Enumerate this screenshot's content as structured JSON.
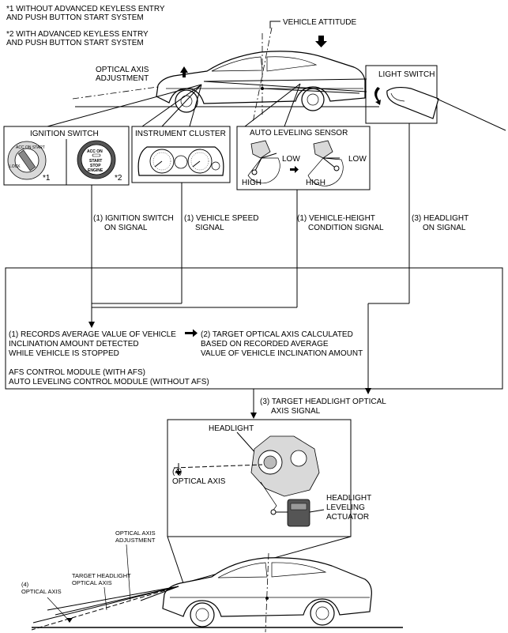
{
  "notes": {
    "note1_line1": "*1 WITHOUT ADVANCED KEYLESS ENTRY",
    "note1_line2": "AND PUSH BUTTON START SYSTEM",
    "note2_line1": "*2 WITH ADVANCED KEYLESS ENTRY",
    "note2_line2": "AND PUSH BUTTON START SYSTEM"
  },
  "top_car": {
    "vehicle_attitude": "VEHICLE ATTITUDE",
    "optical_axis_adj_line1": "OPTICAL AXIS",
    "optical_axis_adj_line2": "ADJUSTMENT"
  },
  "light_switch": {
    "title": "LIGHT SWITCH"
  },
  "ignition_switch": {
    "title": "IGNITION SWITCH",
    "mark1": "*1",
    "mark2": "*2",
    "button_top": "ACC  ON",
    "button_line1": "START",
    "button_line2": "STOP",
    "button_line3": "ENGINE",
    "knob_labels": "ACC  ON  START",
    "knob_lock": "LOCK"
  },
  "instrument_cluster": {
    "title": "INSTRUMENT CLUSTER"
  },
  "auto_leveling_sensor": {
    "title": "AUTO LEVELING SENSOR",
    "low_left": "LOW",
    "high_left": "HIGH",
    "low_right": "LOW",
    "high_right": "HIGH"
  },
  "signals": {
    "ign_line1": "(1) IGNITION SWITCH",
    "ign_line2": "ON SIGNAL",
    "speed_line1": "(1) VEHICLE SPEED",
    "speed_line2": "SIGNAL",
    "height_line1": "(1) VEHICLE-HEIGHT",
    "height_line2": "CONDITION SIGNAL",
    "headlight_line1": "(3) HEADLIGHT",
    "headlight_line2": "ON SIGNAL"
  },
  "control_module": {
    "step1_line1": "(1) RECORDS AVERAGE VALUE OF VEHICLE",
    "step1_line2": "INCLINATION AMOUNT DETECTED",
    "step1_line3": "WHILE VEHICLE IS STOPPED",
    "step2_line1": "(2) TARGET OPTICAL AXIS CALCULATED",
    "step2_line2": "BASED ON RECORDED AVERAGE",
    "step2_line3": "VALUE OF VEHICLE INCLINATION AMOUNT",
    "module_line1": "AFS CONTROL MODULE (WITH AFS)",
    "module_line2": "AUTO LEVELING CONTROL MODULE (WITHOUT AFS)"
  },
  "target_signal": {
    "line1": "(3) TARGET HEADLIGHT OPTICAL",
    "line2": "AXIS SIGNAL"
  },
  "headlight_box": {
    "headlight": "HEADLIGHT",
    "num4": "(4)",
    "optical_axis": "OPTICAL AXIS",
    "actuator_line1": "HEADLIGHT",
    "actuator_line2": "LEVELING",
    "actuator_line3": "ACTUATOR"
  },
  "bottom_car": {
    "adj_line1": "OPTICAL AXIS",
    "adj_line2": "ADJUSTMENT",
    "target_line1": "TARGET HEADLIGHT",
    "target_line2": "OPTICAL AXIS",
    "num4": "(4)",
    "optical_axis": "OPTICAL AXIS"
  }
}
